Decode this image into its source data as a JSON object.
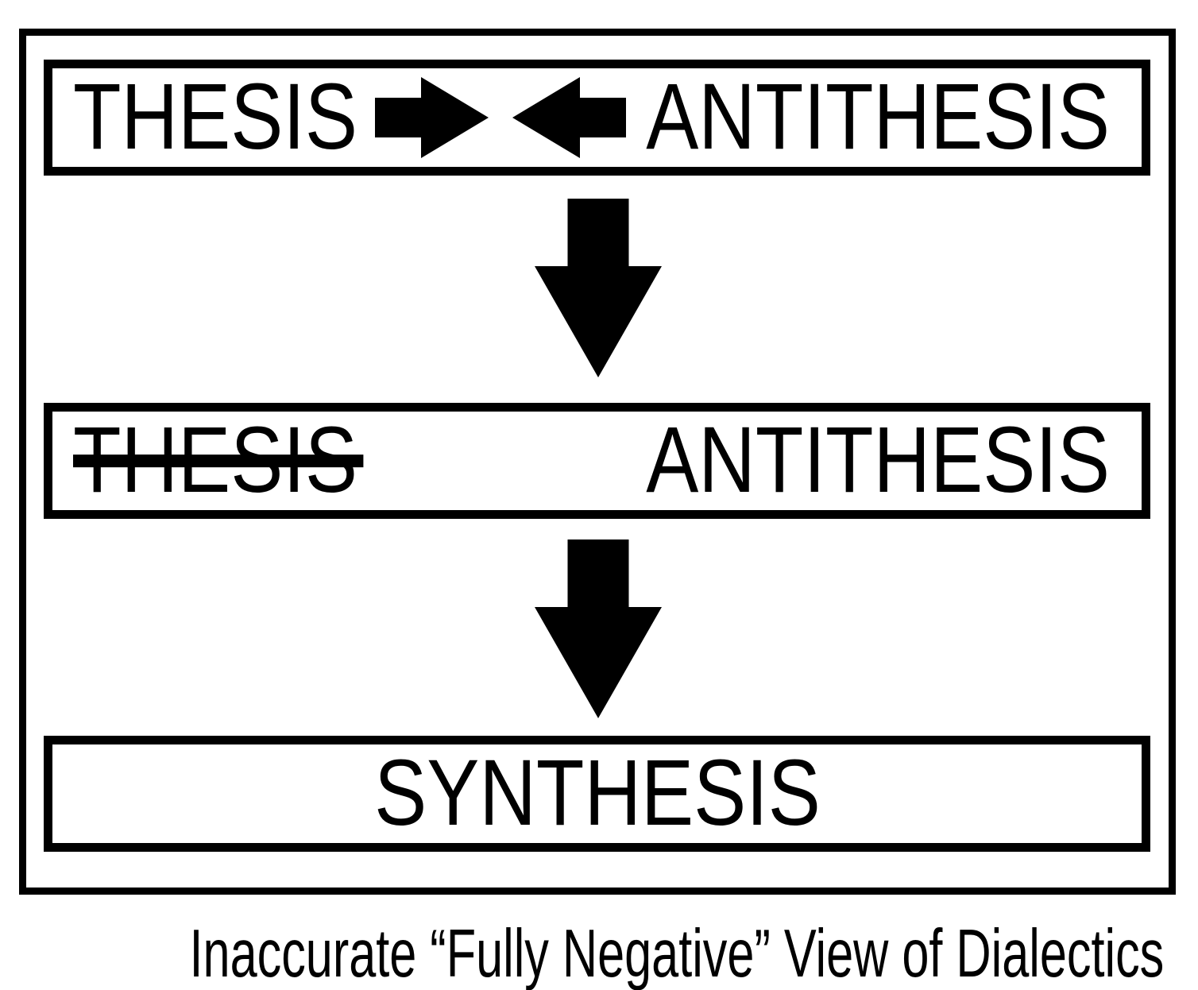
{
  "diagram": {
    "boxes": {
      "top": {
        "left_label": "THESIS",
        "right_label": "ANTITHESIS",
        "relation_icons": [
          "arrow-right-icon",
          "arrow-left-icon"
        ]
      },
      "middle": {
        "left_label": "THESIS",
        "left_label_strikethrough": true,
        "right_label": "ANTITHESIS"
      },
      "bottom": {
        "label": "SYNTHESIS"
      }
    },
    "connectors": [
      "arrow-down-icon",
      "arrow-down-icon"
    ],
    "caption": {
      "text": "Inaccurate “Fully Negative” View of Dialectics"
    },
    "colors": {
      "ink": "#000000",
      "background": "#ffffff"
    }
  }
}
